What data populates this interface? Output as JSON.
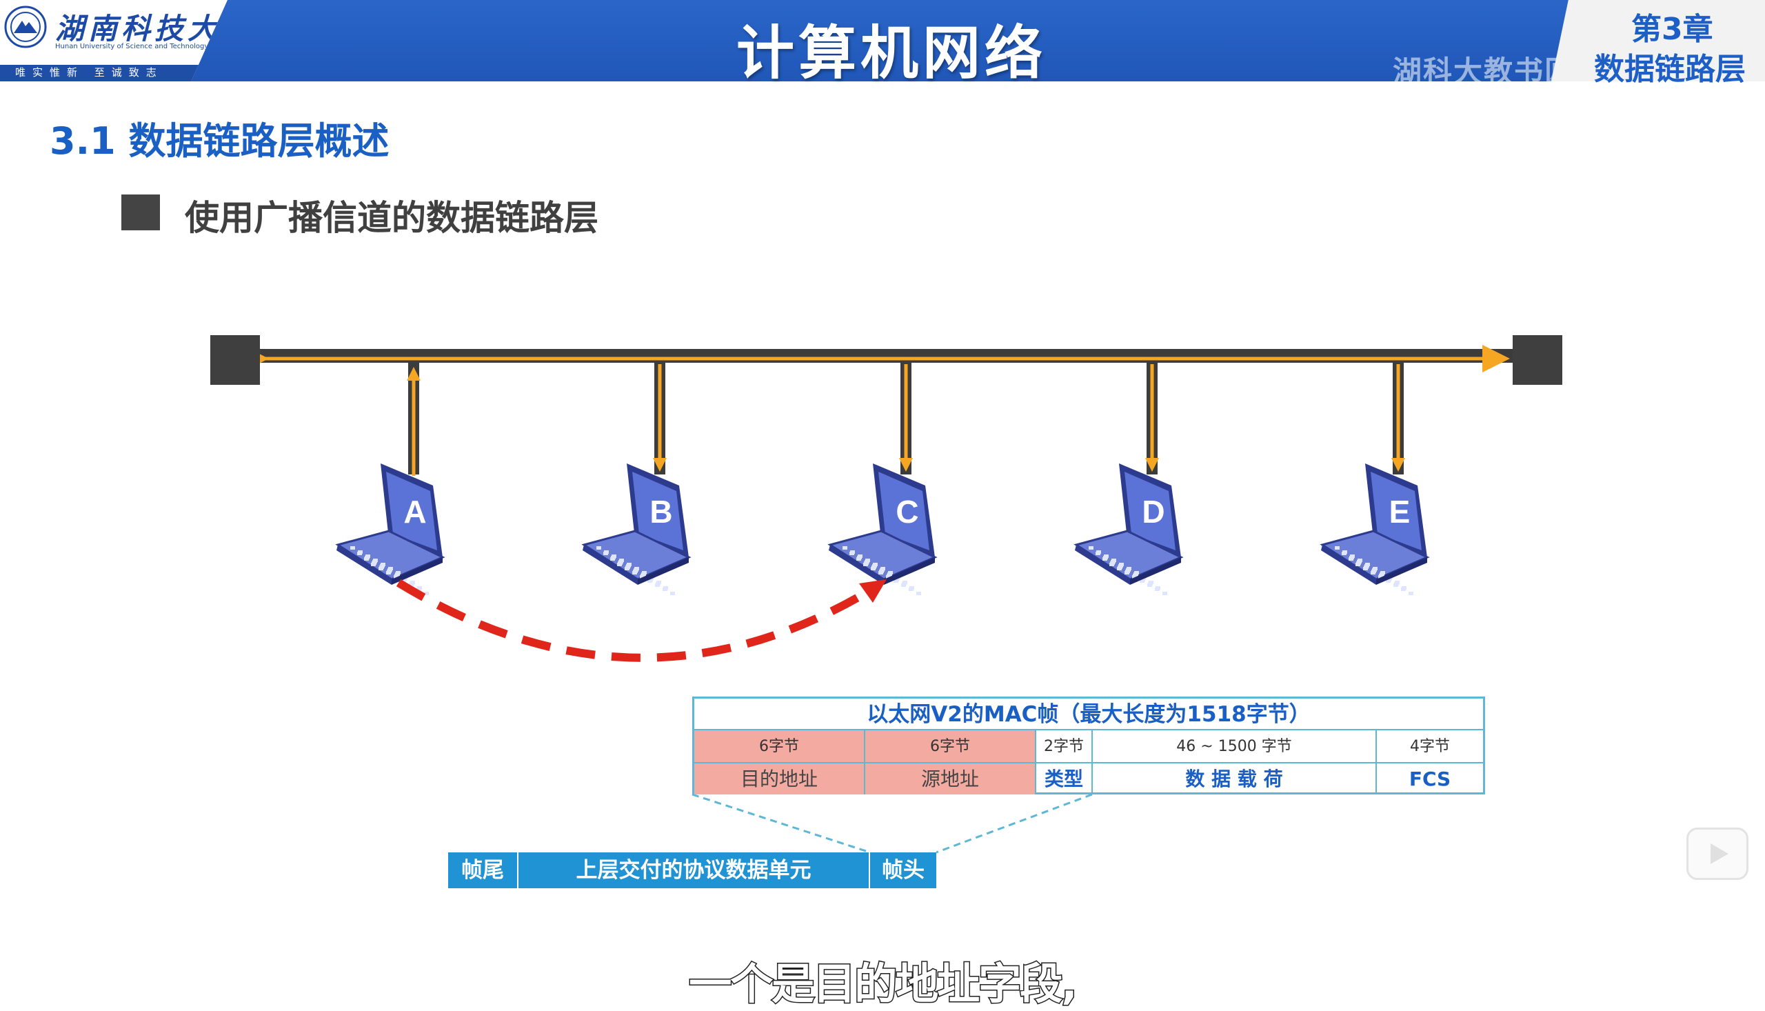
{
  "header": {
    "university_name": "湖南科技大学",
    "university_en": "Hunan University of Science and Technology",
    "motto": "唯实惟新 至诚致志",
    "course_title": "计算机网络",
    "chapter": "第3章",
    "chapter_name": "数据链路层",
    "watermark": "湖科大教书匠"
  },
  "content": {
    "section_title": "3.1 数据链路层概述",
    "bullet": "使用广播信道的数据链路层"
  },
  "network": {
    "hosts": [
      "A",
      "B",
      "C",
      "D",
      "E"
    ],
    "sender": "A",
    "receiver": "C",
    "colors": {
      "bus": "#3c3c3c",
      "signal": "#f5a623",
      "path": "#e0261b",
      "laptop_screen": "#5b72d6",
      "laptop_body": "#6b7fd9"
    }
  },
  "mac_frame": {
    "caption": "以太网V2的MAC帧（最大长度为1518字节）",
    "fields": [
      {
        "size": "6字节",
        "name": "目的地址",
        "highlight": true
      },
      {
        "size": "6字节",
        "name": "源地址",
        "highlight": true
      },
      {
        "size": "2字节",
        "name": "类型",
        "highlight": false
      },
      {
        "size": "46 ~ 1500 字节",
        "name": "数 据 载 荷",
        "highlight": false
      },
      {
        "size": "4字节",
        "name": "FCS",
        "highlight": false
      }
    ]
  },
  "frame_bar": {
    "tail": "帧尾",
    "payload": "上层交付的协议数据单元",
    "head": "帧头"
  },
  "subtitle": "一个是目的地址字段,"
}
